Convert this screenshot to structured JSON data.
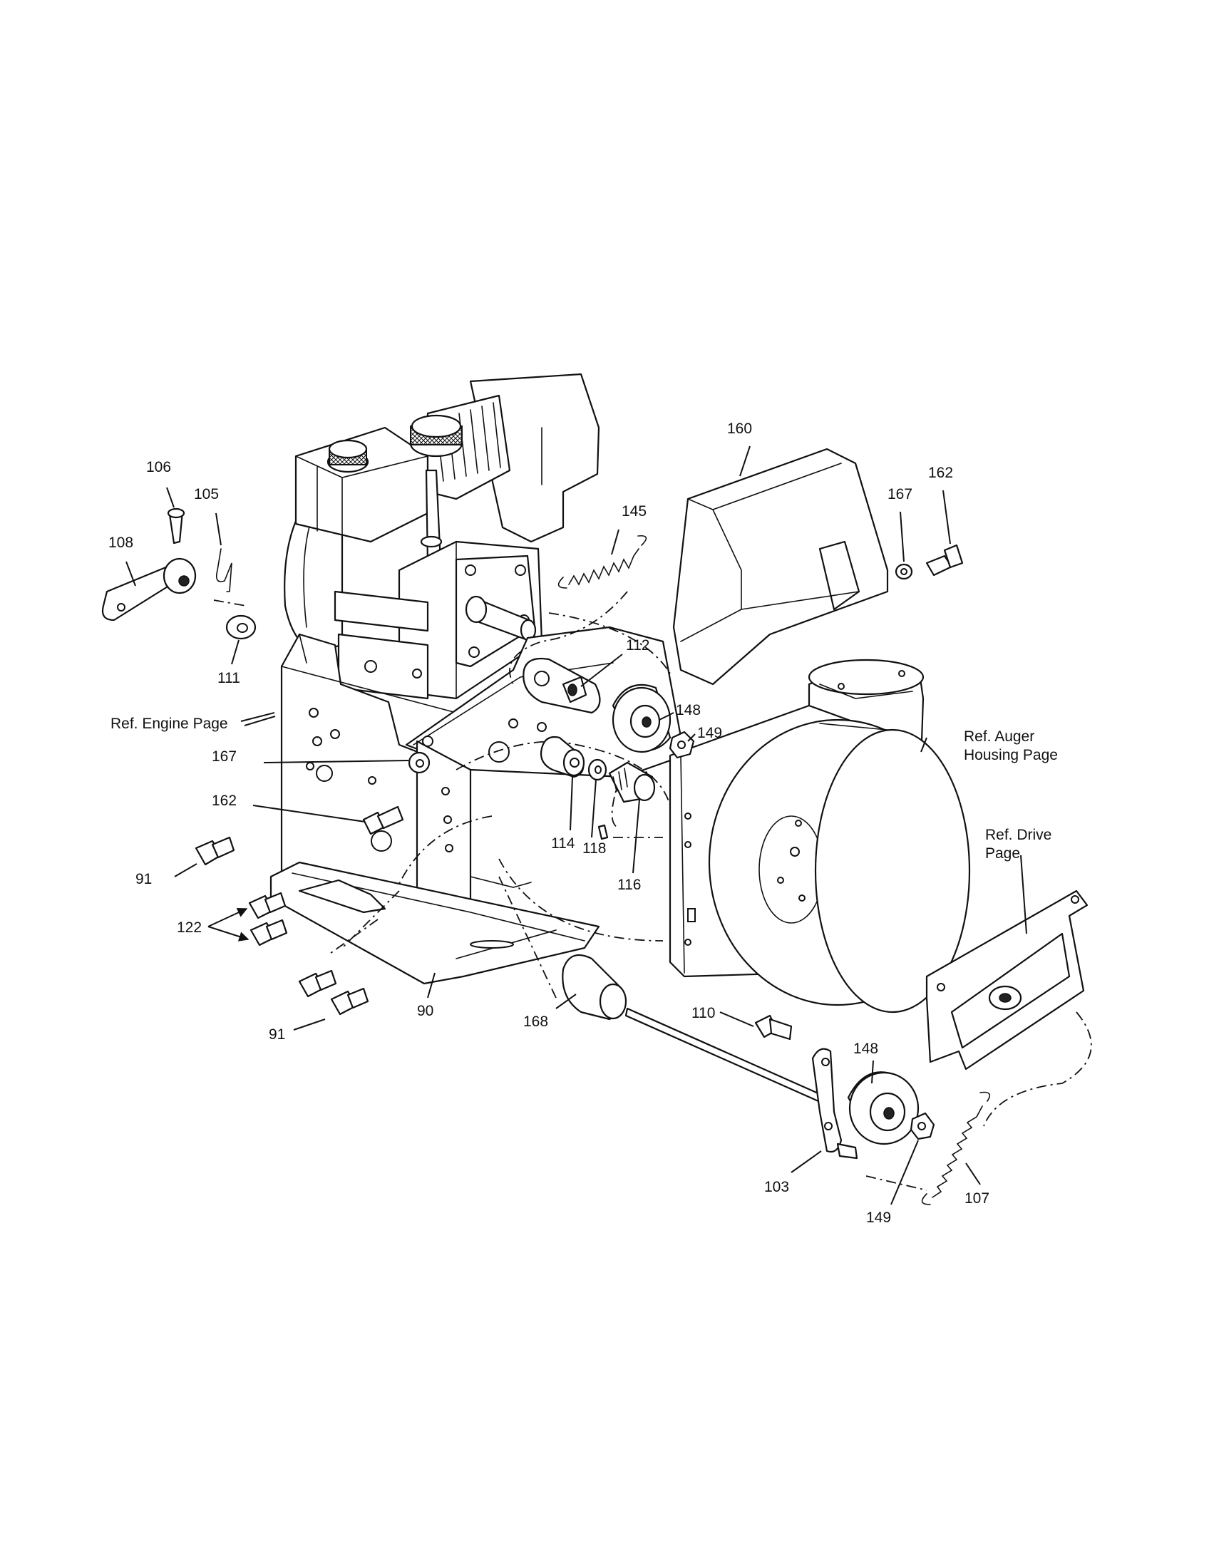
{
  "callouts": {
    "c106": "106",
    "c105": "105",
    "c108": "108",
    "c111": "111",
    "c145": "145",
    "c160": "160",
    "c167a": "167",
    "c162a": "162",
    "c112": "112",
    "c148a": "148",
    "c149a": "149",
    "c167b": "167",
    "c162b": "162",
    "c91a": "91",
    "c122": "122",
    "c91b": "91",
    "c90": "90",
    "c114": "114",
    "c118": "118",
    "c116": "116",
    "c168": "168",
    "c110": "110",
    "c148b": "148",
    "c103": "103",
    "c149b": "149",
    "c107": "107"
  },
  "references": {
    "engine": "Ref. Engine Page",
    "auger_line1": "Ref. Auger",
    "auger_line2": "Housing Page",
    "drive_line1": "Ref. Drive",
    "drive_line2": "Page"
  }
}
